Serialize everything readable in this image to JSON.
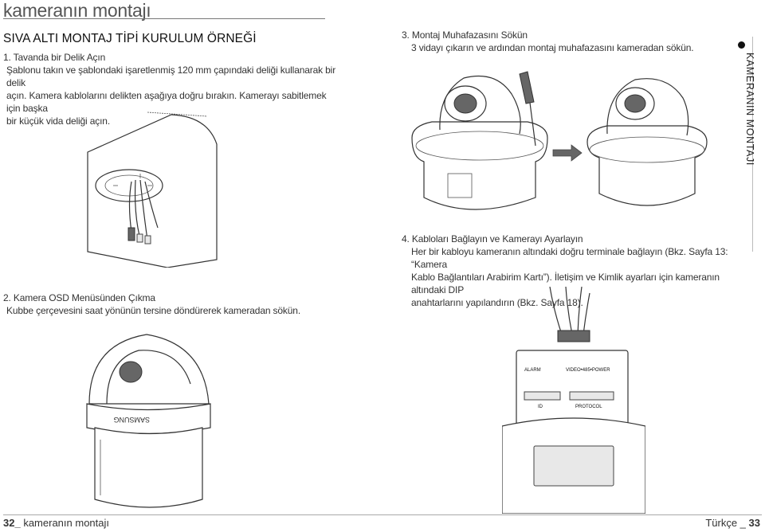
{
  "header": {
    "title": "kameranın montajı"
  },
  "section": {
    "title": "SIVA ALTI MONTAJ TİPİ KURULUM ÖRNEĞİ"
  },
  "steps": [
    {
      "lines": [
        "1.  Tavanda bir Delik Açın",
        "Şablonu takın ve şablondaki işaretlenmiş 120 mm çapındaki deliği kullanarak bir delik",
        "açın. Kamera kablolarını delikten aşağıya doğru bırakın. Kamerayı sabitlemek için başka",
        "bir küçük vida deliği açın."
      ]
    },
    {
      "lines": [
        "2.  Kamera OSD Menüsünden Çıkma",
        "Kubbe çerçevesini saat yönünün tersine döndürerek kameradan sökün."
      ]
    },
    {
      "lines": [
        "3.  Montaj Muhafazasını Sökün",
        "3 vidayı çıkarın ve ardından montaj muhafazasını kameradan sökün."
      ]
    },
    {
      "lines": [
        "4.  Kabloları Bağlayın ve Kamerayı Ayarlayın",
        "Her bir kabloyu kameranın altındaki doğru terminale bağlayın (Bkz. Sayfa 13: “Kamera",
        "Kablo Bağlantıları Arabirim Kartı”). İletişim ve Kimlik ayarları için kameranın altındaki DIP",
        "anahtarlarını yapılandırın (Bkz. Sayfa 18)."
      ]
    }
  ],
  "side_tab": {
    "label": "KAMERANIN MONTAJI"
  },
  "illustrations": {
    "brand": "SAMSUNG",
    "board_labels": {
      "alarm": "ALARM",
      "video": "VIDEO•485•POWER",
      "id": "ID",
      "protocol": "PROTOCOL"
    }
  },
  "footer": {
    "left_number": "32_",
    "left_text": "kameranın montajı",
    "right_text": "Türkçe _",
    "right_number": "33"
  }
}
